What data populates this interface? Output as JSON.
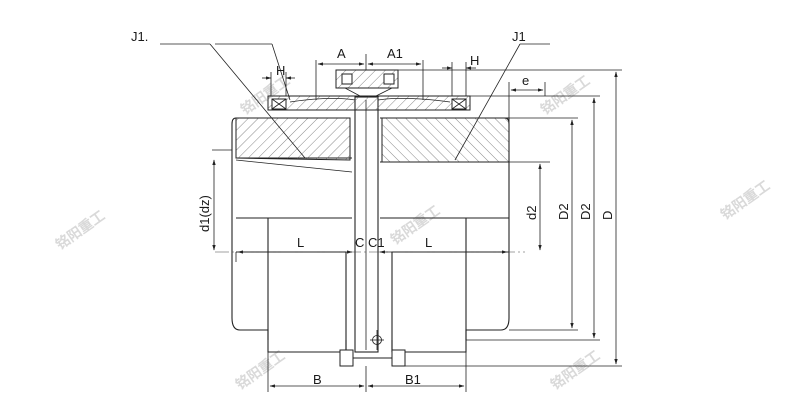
{
  "labels": {
    "j1_left": "J1.",
    "j1_right": "J1",
    "h_left": "H",
    "h_right": "H",
    "a": "A",
    "a1": "A1",
    "e": "e",
    "d1dz": "d1(dz)",
    "l_left": "L",
    "l_right": "L",
    "c": "C",
    "c1": "C1",
    "d2": "d2",
    "d2_upper_1": "D2",
    "d2_upper_2": "D2",
    "d": "D",
    "b": "B",
    "b1": "B1"
  },
  "watermark": "铭阳重工",
  "colors": {
    "line": "#222222",
    "hatch": "#444444",
    "watermark": "#d9d9d9"
  }
}
